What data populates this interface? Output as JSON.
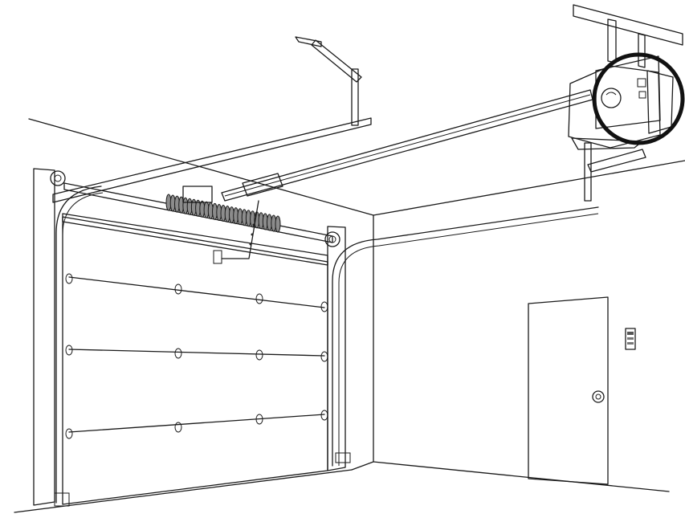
{
  "diagram": {
    "subject": "garage-door-opener-installation",
    "highlight": "opener-head-unit",
    "colors": {
      "line": "#1a1a1a",
      "door_panel": "#d4d4d4",
      "door_frame": "#9b9b9b",
      "rail": "#5a5a5a",
      "opener_body": "#6e6e6e",
      "light": "#f2f2f2",
      "background": "#ffffff"
    },
    "door_sections": 4,
    "icons": [
      "wall-control-icon",
      "door-knob-icon",
      "light-bulb-icon"
    ]
  }
}
